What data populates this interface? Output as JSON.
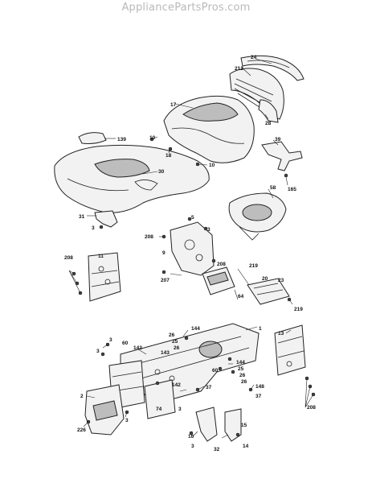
{
  "watermark": "AppliancePartsPros.com",
  "callouts": {
    "c24": "24",
    "c212": "212",
    "c17": "17",
    "c28": "28",
    "c10a": "10",
    "c139": "139",
    "c18": "18",
    "c30": "30",
    "c10b": "10",
    "c39": "39",
    "c165": "165",
    "c58": "58",
    "c31": "31",
    "c3a": "3",
    "c5": "5",
    "c208a": "208",
    "c9": "9",
    "c3b": "3",
    "c208b": "208",
    "c11": "11",
    "c208c": "208",
    "c207": "207",
    "c219a": "219",
    "c20": "20",
    "c23": "23",
    "c64": "64",
    "c219b": "219",
    "c144a": "144",
    "c1": "1",
    "c13": "13",
    "c26a": "26",
    "c25a": "25",
    "c26b": "26",
    "c3c": "3",
    "c60a": "60",
    "c142a": "142",
    "c143": "143",
    "c3d": "3",
    "c144b": "144",
    "c25b": "25",
    "c26c": "26",
    "c60b": "60",
    "c26d": "26",
    "c142b": "142",
    "c37a": "37",
    "c148": "148",
    "c37b": "37",
    "c2": "2",
    "c74": "74",
    "c3e": "3",
    "c208d": "208",
    "c226": "226",
    "c3f": "3",
    "c16": "16",
    "c15": "15",
    "c14": "14",
    "c32": "32",
    "c3g": "3"
  }
}
